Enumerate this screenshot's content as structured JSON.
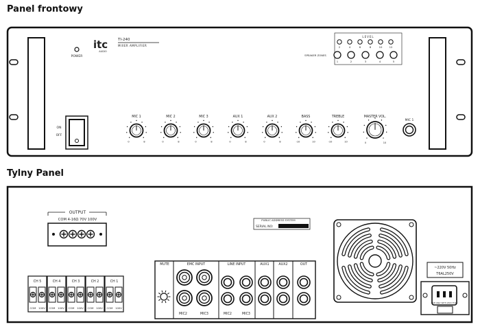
{
  "front": {
    "title": "Panel frontowy",
    "logo": "itc",
    "logo_sub": "AUDIO",
    "model": "TI-240",
    "model_desc": "MIXER AMPLIFIER",
    "power_label": "POWER",
    "switch_on": "ON",
    "switch_off": "OFF",
    "level_label": "LEVEL",
    "level_values": [
      "2",
      "4",
      "6",
      "8",
      "10",
      "12"
    ],
    "speaker_zones_label": "SPEAKER ZONES",
    "zone_numbers": [
      "1",
      "2",
      "3",
      "4",
      "5"
    ],
    "knobs": [
      {
        "label": "MIC 1",
        "min": "0",
        "max": "8"
      },
      {
        "label": "MIC 2",
        "min": "0",
        "max": "8"
      },
      {
        "label": "MIC 3",
        "min": "0",
        "max": "8"
      },
      {
        "label": "AUX 1",
        "min": "0",
        "max": "8"
      },
      {
        "label": "AUX 2",
        "min": "0",
        "max": "8"
      },
      {
        "label": "BASS",
        "min": "-10",
        "max": "10"
      },
      {
        "label": "TREBLE",
        "min": "-10",
        "max": "10"
      },
      {
        "label": "MASTER VOL.",
        "min": "0",
        "max": "10"
      }
    ],
    "mic_jack_label": "MIC 1"
  },
  "rear": {
    "title": "Tylny Panel",
    "output_label": "OUTPUT",
    "output_taps": "COM 4-16Ω 70V 100V",
    "pa_label": "PUBLIC ADDRESS SYSTEM",
    "serial_label": "SERIAL NO:",
    "channels": [
      "CH 5",
      "CH 4",
      "CH 3",
      "CH 2",
      "CH 1"
    ],
    "ch_com": "COM",
    "ch_100v": "100V",
    "mute_label": "MUTE",
    "emc_label": "EMC INPUT",
    "mic2_label": "MIC2",
    "mic3_label": "MIC3",
    "line_input_label": "LINE INPUT",
    "aux1_label": "AUX1",
    "aux2_label": "AUX2",
    "out_label": "OUT",
    "voltage_label": "~220V 50Hz",
    "fuse_label": "T6AL250V",
    "power_socket_note": "USE ONLY WITH 250V FUSE"
  }
}
